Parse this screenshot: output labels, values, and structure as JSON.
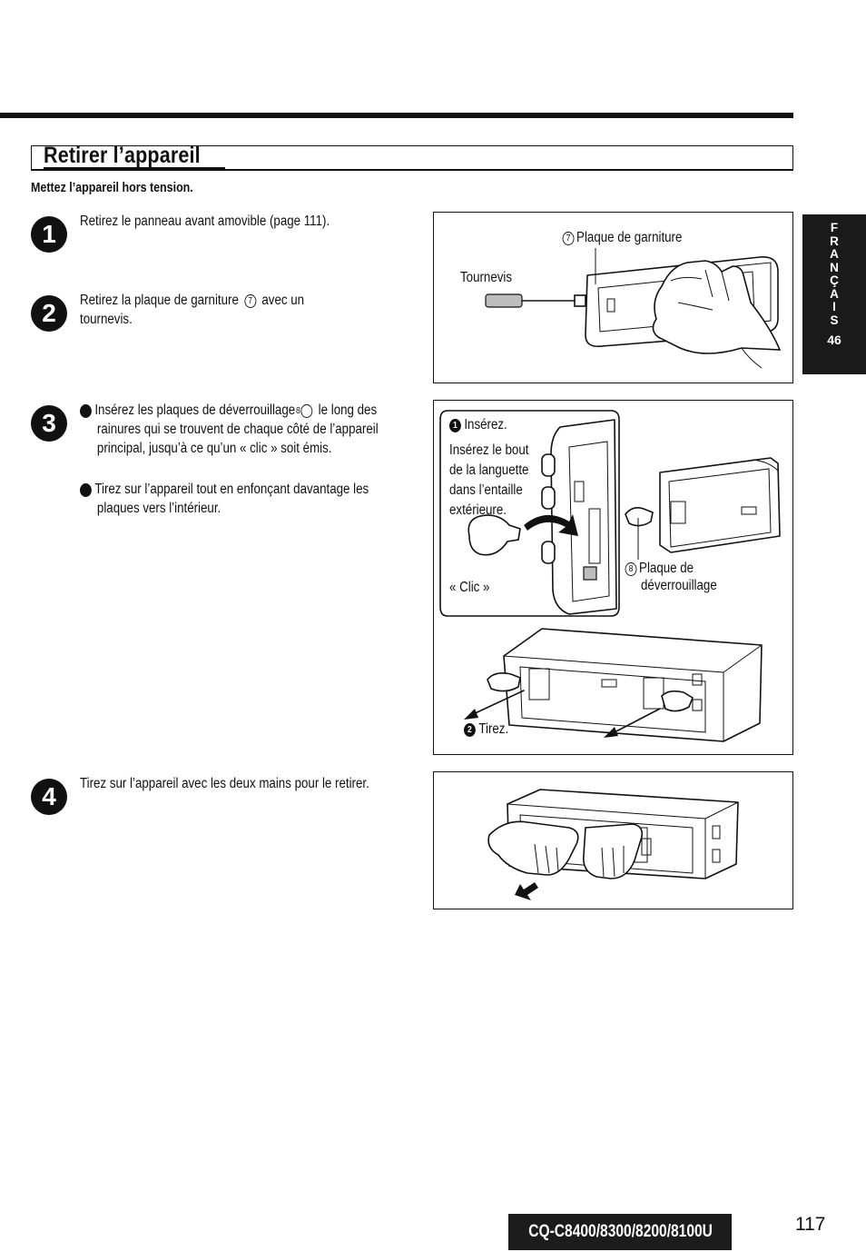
{
  "header": {
    "title": "Retirer l’appareil",
    "subtitle": "Mettez l’appareil hors tension."
  },
  "steps": [
    {
      "number": "1",
      "text": "Retirez le panneau avant amovible (page 111)."
    },
    {
      "number": "2",
      "text_before": "Retirez la plaque de garniture",
      "ref": "7",
      "text_after": "avec un tournevis."
    },
    {
      "number": "3",
      "sub1": {
        "num": "1",
        "text_before": "Insérez les plaques de déverrouillage",
        "ref": "8",
        "text_after": "le long des rainures qui se trouvent de chaque côté de l’appareil principal, jusqu’à ce qu’un « clic » soit émis."
      },
      "sub2": {
        "num": "2",
        "text": "Tirez sur l’appareil tout en enfonçant davantage les plaques vers l’intérieur."
      }
    },
    {
      "number": "4",
      "text": "Tirez sur l’appareil avec les deux mains pour le retirer."
    }
  ],
  "figure1": {
    "plate_ref": "7",
    "plate_label": "Plaque de garniture",
    "tool_label": "Tournevis"
  },
  "figure2": {
    "insert_num": "1",
    "insert_label": "Insérez.",
    "insert_note_1": "Insérez le bout",
    "insert_note_2": "de la languette",
    "insert_note_3": "dans l’entaille",
    "insert_note_4": "extérieure.",
    "click_label": "« Clic »",
    "release_ref": "8",
    "release_label_1": "Plaque de",
    "release_label_2": "déverrouillage",
    "pull_num": "2",
    "pull_label": "Tirez."
  },
  "sidebar": {
    "letters": [
      "F",
      "R",
      "A",
      "N",
      "Ç",
      "A",
      "I",
      "S"
    ],
    "page": "46"
  },
  "footer": {
    "model": "CQ-C8400/8300/8200/8100U",
    "page": "117"
  }
}
